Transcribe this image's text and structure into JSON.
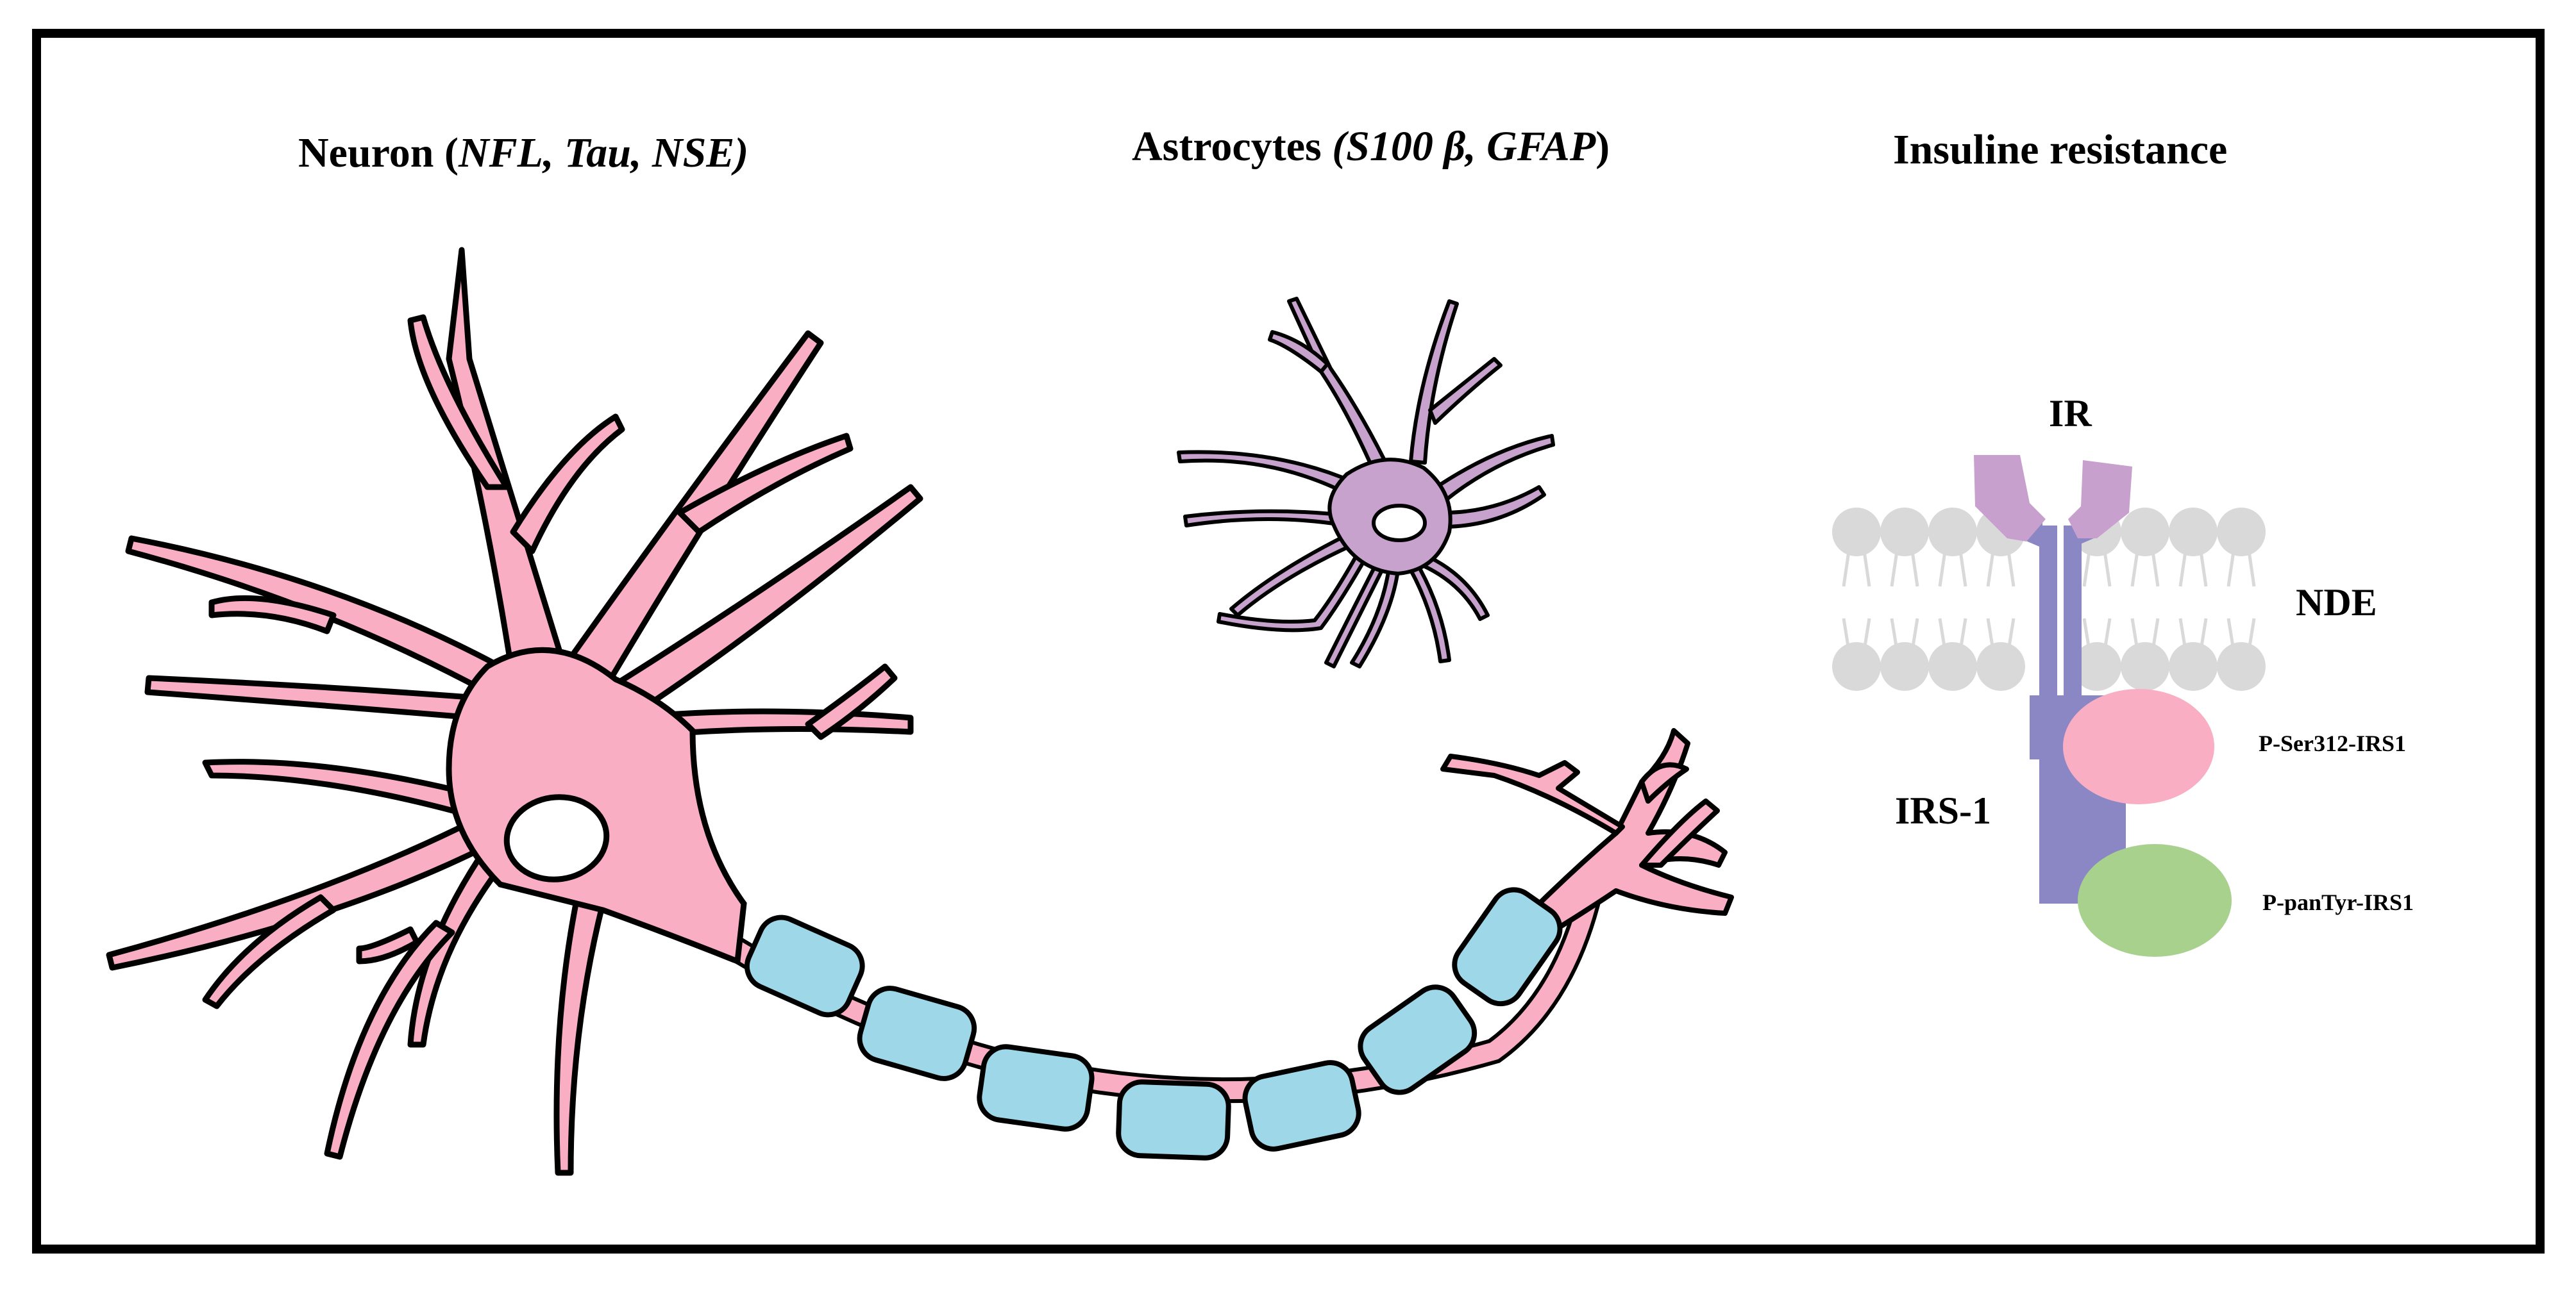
{
  "titles": {
    "neuron": {
      "main": "Neuron (",
      "markers": "NFL, Tau, NSE)"
    },
    "astrocytes": {
      "main": "Astrocytes ",
      "markers": "(S100 β, GFAP",
      "close": ")"
    },
    "insulin": "Insuline resistance"
  },
  "labels": {
    "ir": "IR",
    "nde": "NDE",
    "irs1": "IRS-1",
    "p_ser": "P-Ser312-IRS1",
    "p_tyr": "P-panTyr-IRS1"
  },
  "colors": {
    "neuron": "#F9AEC4",
    "myelin": "#9DD7E8",
    "astrocyte": "#C6A2CC",
    "receptor_head": "#C8A0CE",
    "receptor_body": "#8A87C4",
    "membrane": "#D9D9D9",
    "p_ser": "#F9AEC4",
    "p_tyr": "#A9D18E"
  }
}
